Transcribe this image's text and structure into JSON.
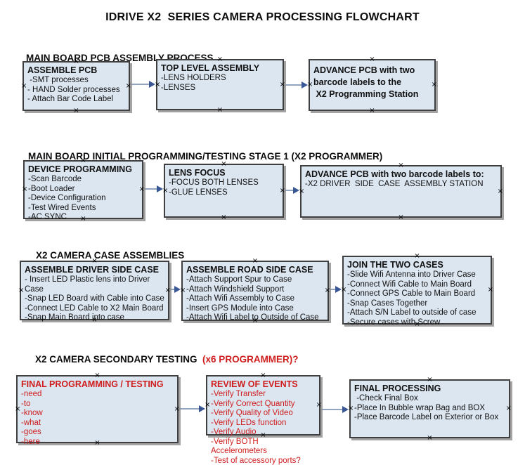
{
  "title": "IDRIVE X2  SERIES CAMERA PROCESSING FLOWCHART",
  "glyphs": {
    "anchor": "×"
  },
  "colors": {
    "box_fill": "#dce6f1",
    "box_border": "#3f3f3f",
    "arrow_line": "#90a4c0",
    "arrow_head": "#3a5795",
    "red_text": "#cf1d1d"
  },
  "sections": [
    {
      "heading": "MAIN BOARD PCB ASSEMBLY PROCESS",
      "boxes": [
        {
          "title": "ASSEMBLE PCB",
          "items": [
            " -SMT processes",
            "- HAND Solder processes",
            "- Attach Bar Code Label"
          ]
        },
        {
          "title": "TOP LEVEL ASSEMBLY",
          "items": [
            "-LENS HOLDERS",
            "-LENSES"
          ]
        },
        {
          "title": "ADVANCE PCB with two\nbarcode labels to the\n X2 Programming Station",
          "items": []
        }
      ]
    },
    {
      "heading": "MAIN BOARD INITIAL PROGRAMMING/TESTING STAGE 1 (X2 PROGRAMMER)",
      "boxes": [
        {
          "title": "DEVICE PROGRAMMING",
          "items": [
            "-Scan Barcode",
            "-Boot Loader",
            "-Device Configuration",
            "-Test Wired Events",
            "-AC SYNC"
          ]
        },
        {
          "title": "LENS FOCUS",
          "items": [
            "-FOCUS BOTH LENSES",
            "-GLUE LENSES"
          ]
        },
        {
          "title": "ADVANCE PCB with two barcode labels to:",
          "items": [
            "-X2 DRIVER  SIDE  CASE  ASSEMBLY STATION"
          ]
        }
      ]
    },
    {
      "heading": "X2 CAMERA CASE ASSEMBLIES",
      "boxes": [
        {
          "title": "ASSEMBLE DRIVER SIDE CASE",
          "items": [
            "- Insert LED Plastic lens into Driver Case",
            "-Snap LED Board with Cable into Case",
            "-Connect LED Cable to X2 Main Board",
            "-Snap Main Board into case"
          ]
        },
        {
          "title": "ASSEMBLE ROAD SIDE CASE",
          "items": [
            "-Attach Support Spur to Case",
            "-Attach Windshield Support",
            "-Attach Wifi Assembly to Case",
            "-Insert GPS Module into Case",
            "-Attach Wifi Label to Outside of Case"
          ]
        },
        {
          "title": "JOIN THE TWO CASES",
          "items": [
            "-Slide Wifi Antenna into Driver Case",
            "-Connect Wifi Cable to Main Board",
            "-Connect GPS Cable to Main Board",
            "-Snap Cases Together",
            "-Attach S/N Label to outside of case",
            "-Secure cases with Screw"
          ]
        }
      ]
    },
    {
      "heading": "X2 CAMERA SECONDARY TESTING",
      "heading_suffix": "  (x6 PROGRAMMER)?",
      "boxes": [
        {
          "title": "FINAL PROGRAMMING / TESTING",
          "items": [
            "-need",
            "-to",
            "-know",
            "-what",
            "-goes",
            "-here"
          ]
        },
        {
          "title": "REVIEW OF EVENTS",
          "items": [
            "-Verify Transfer",
            "-Verify Correct Quantity",
            "-Verify Quality of Video",
            "-Verify LEDs function",
            "-Verify Audio",
            "-Verify BOTH Accelerometers",
            "-Test of accessory ports?"
          ]
        },
        {
          "title": "FINAL PROCESSING",
          "items": [
            " -Check Final Box",
            "-Place In Bubble wrap Bag and BOX",
            "-Place Barcode Label on Exterior or Box"
          ]
        }
      ]
    }
  ]
}
